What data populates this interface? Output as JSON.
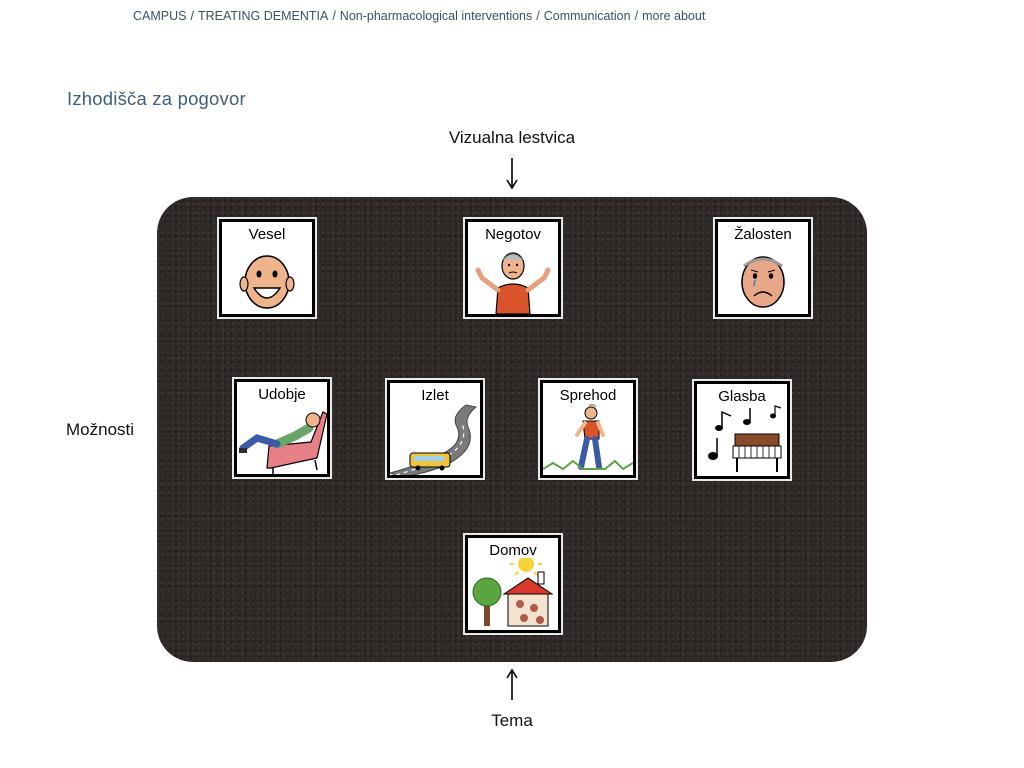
{
  "breadcrumb": [
    {
      "label": "CAMPUS"
    },
    {
      "label": "TREATING DEMENTIA"
    },
    {
      "label": "Non-pharmacological interventions"
    },
    {
      "label": "Communication"
    },
    {
      "label": "more about"
    }
  ],
  "breadcrumb_separator": "/",
  "page_title": "Izhodišča za pogovor",
  "diagram": {
    "top_label": "Vizualna lestvica",
    "side_label": "Možnosti",
    "bottom_label": "Tema",
    "board_color": "#2d2826",
    "cards": {
      "vesel": {
        "label": "Vesel",
        "icon": "happy-face-icon"
      },
      "negotov": {
        "label": "Negotov",
        "icon": "shrugging-man-icon"
      },
      "zalosten": {
        "label": "Žalosten",
        "icon": "sad-face-icon"
      },
      "udobje": {
        "label": "Udobje",
        "icon": "man-relaxing-in-armchair-icon"
      },
      "izlet": {
        "label": "Izlet",
        "icon": "bus-on-road-icon"
      },
      "sprehod": {
        "label": "Sprehod",
        "icon": "man-walking-icon"
      },
      "glasba": {
        "label": "Glasba",
        "icon": "piano-music-notes-icon"
      },
      "domov": {
        "label": "Domov",
        "icon": "house-tree-sun-icon"
      }
    }
  }
}
